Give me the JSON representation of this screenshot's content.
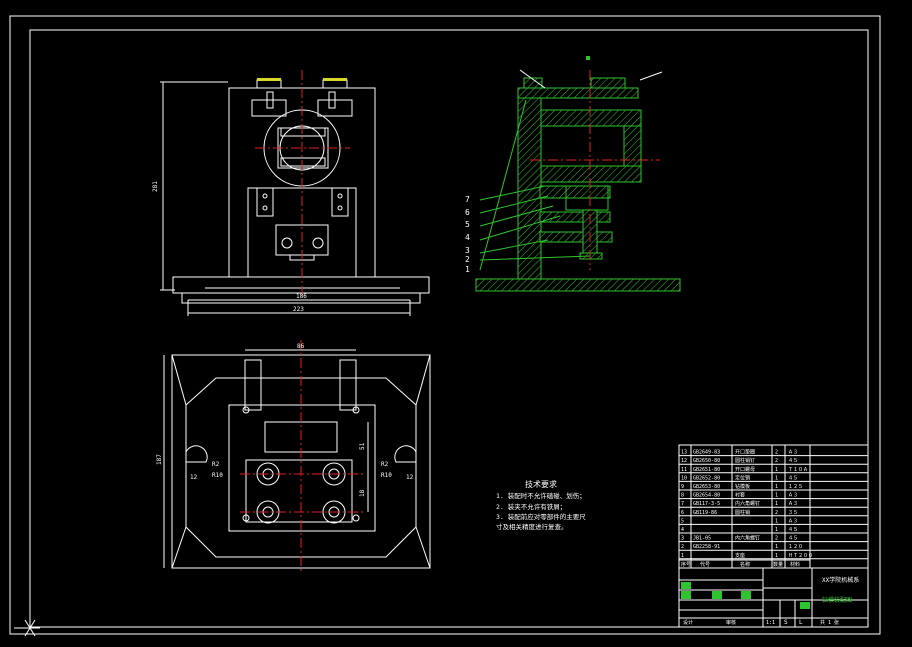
{
  "drawing": {
    "tech_title": "技术要求",
    "tech_notes": [
      "1. 装配时不允许磕碰、划伤；",
      "2. 装夹不允许有铁屑；",
      "3. 装配前应对零部件的主要尺",
      "寸及相关精度进行复查。"
    ],
    "leaders": [
      "7",
      "6",
      "5",
      "4",
      "3",
      "2",
      "1"
    ],
    "dims": {
      "front_height": "281",
      "front_base": "186",
      "front_total": "223",
      "plan_top": "86",
      "plan_height": "187",
      "plan_51": "51",
      "plan_18": "18",
      "r2_left": "R2",
      "r10_left": "R10",
      "r2_right": "R2",
      "r10_right": "R10",
      "w12_left": "12",
      "w12_right": "12"
    },
    "bom": [
      {
        "no": "13",
        "code": "GB2649-83",
        "name": "开口垫圈",
        "qty": "2",
        "mat": "Ａ３"
      },
      {
        "no": "12",
        "code": "GB2650-80",
        "name": "圆柱销钉",
        "qty": "2",
        "mat": "４５"
      },
      {
        "no": "11",
        "code": "GB2651-80",
        "name": "开口螺母",
        "qty": "1",
        "mat": "Ｔ１０Ａ"
      },
      {
        "no": "10",
        "code": "GB2652-80",
        "name": "定位销",
        "qty": "1",
        "mat": "４５"
      },
      {
        "no": "9",
        "code": "GB2653-80",
        "name": "钻模板",
        "qty": "1",
        "mat": "１２５"
      },
      {
        "no": "8",
        "code": "GB2654-80",
        "name": "衬套",
        "qty": "1",
        "mat": "Ａ３"
      },
      {
        "no": "7",
        "code": "GB117-3-5",
        "name": "内六角螺钉",
        "qty": "1",
        "mat": "Ａ３"
      },
      {
        "no": "6",
        "code": "GB119-86",
        "name": "圆柱销",
        "qty": "2",
        "mat": "３５"
      },
      {
        "no": "5",
        "code": "",
        "name": "",
        "qty": "1",
        "mat": "Ａ３"
      },
      {
        "no": "4",
        "code": "",
        "name": "",
        "qty": "1",
        "mat": "４５"
      },
      {
        "no": "3",
        "code": "JB1-05",
        "name": "内六角螺钉",
        "qty": "2",
        "mat": "４５"
      },
      {
        "no": "2",
        "code": "GB2258-91",
        "name": "",
        "qty": "1",
        "mat": "１２０"
      },
      {
        "no": "1",
        "code": "",
        "name": "支座",
        "qty": "1",
        "mat": "ＨＴ２００"
      }
    ],
    "bom_header": {
      "no": "序号",
      "code": "代号",
      "name": "名称",
      "qty": "数量",
      "mat": "材料"
    },
    "title_block": {
      "company": "XX学院机械系",
      "drawing_name": "钻模装配图",
      "scale": "1:1",
      "sheet": "共 1 张",
      "stage": "S",
      "weight": "L",
      "designer": "设计",
      "checker": "审核"
    },
    "colors": {
      "background": "#000000",
      "green": "#2ec42e",
      "green_fill": "#1f8a1f",
      "red": "#e02020",
      "cyan": "#30d0d0",
      "yellow": "#d8d82a",
      "white": "#ffffff"
    }
  }
}
